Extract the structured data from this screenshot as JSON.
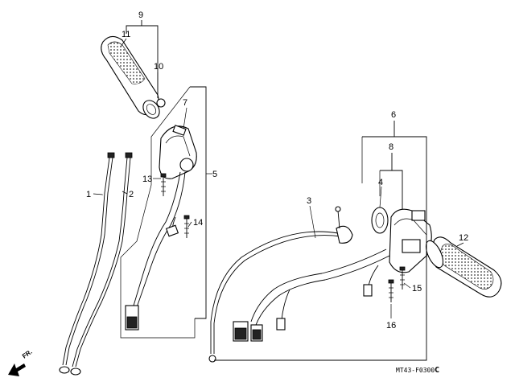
{
  "callouts": {
    "c1": "1",
    "c2": "2",
    "c3": "3",
    "c4": "4",
    "c5": "5",
    "c6": "6",
    "c7": "7",
    "c8": "8",
    "c9": "9",
    "c10": "10",
    "c11": "11",
    "c12": "12",
    "c13": "13",
    "c14": "14",
    "c15": "15",
    "c16": "16"
  },
  "front_marker": "FR.",
  "diagram_code": "MT43-F0300",
  "diagram_code_suffix": "C"
}
